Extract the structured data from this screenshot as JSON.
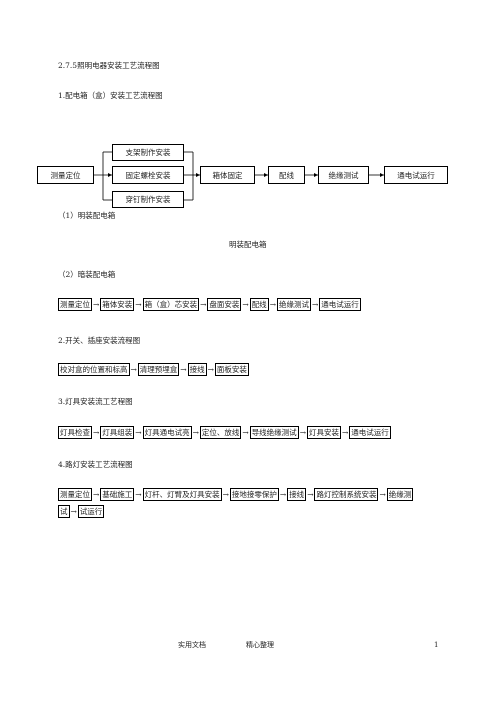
{
  "section_title": "2.7.5照明电器安装工艺流程图",
  "sub1_title": "1.配电箱（盒）安装工艺流程图",
  "diagram": {
    "start": "测量定位",
    "branches": [
      "支架制作安装",
      "固定螺栓安装",
      "穿钉制作安装"
    ],
    "after": [
      "箱体固定",
      "配线",
      "绝缘测试",
      "通电试运行"
    ]
  },
  "surface_label": "（1）明装配电箱",
  "surface_caption": "明装配电箱",
  "concealed_label": "（2）暗装配电箱",
  "concealed_steps": [
    "测量定位",
    "箱体安装",
    "箱（盒）芯安装",
    "盘面安装",
    "配线",
    "绝缘测试",
    "通电试运行"
  ],
  "sub2_title": "2.开关、插座安装流程图",
  "switch_steps": [
    "校对盒的位置和标高",
    "清理预埋盒",
    "接线",
    "面板安装"
  ],
  "sub3_title": "3.灯具安装流工艺程图",
  "lamp_steps": [
    "灯具检查",
    "灯具组装",
    "灯具通电试亮",
    "定位、放线",
    "导线绝缘测试",
    "灯具安装",
    "通电试运行"
  ],
  "sub4_title": "4.路灯安装工艺流程图",
  "street_steps_line1": [
    "测量定位",
    "基础施工",
    "灯杆、灯臂及灯具安装",
    "接地接零保护",
    "接线",
    "路灯控制系统安装",
    "绝缘测"
  ],
  "street_steps_line2": [
    "试",
    "试运行"
  ],
  "arrow": "→",
  "footer": {
    "left": "实用文档",
    "middle": "精心整理",
    "page": "1"
  }
}
